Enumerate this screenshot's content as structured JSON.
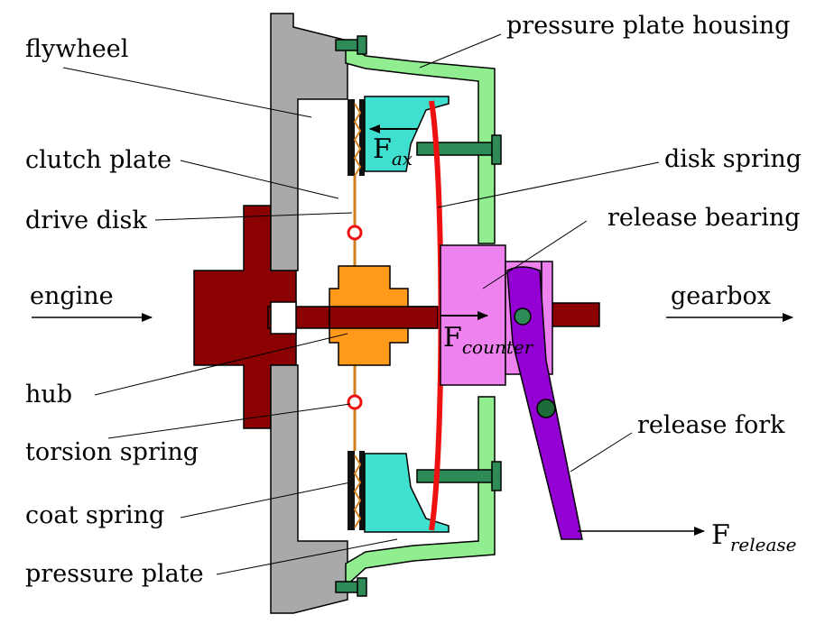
{
  "labels": {
    "flywheel": "flywheel",
    "pressure_plate_housing": "pressure plate housing",
    "clutch_plate": "clutch plate",
    "disk_spring": "disk spring",
    "drive_disk": "drive disk",
    "release_bearing": "release bearing",
    "engine": "engine",
    "gearbox": "gearbox",
    "hub": "hub",
    "release_fork": "release fork",
    "torsion_spring": "torsion spring",
    "coat_spring": "coat spring",
    "pressure_plate": "pressure plate"
  },
  "forces": {
    "f_ax": {
      "symbol": "F",
      "subscript": "ax"
    },
    "f_counter": {
      "symbol": "F",
      "subscript": "counter"
    },
    "f_release": {
      "symbol": "F",
      "subscript": "release"
    }
  },
  "colors": {
    "flywheel": "#a9a9a9",
    "shaft": "#8b0000",
    "housing": "#90ee90",
    "pressure_plate": "#40e0d0",
    "disk_spring": "#ee1111",
    "hub": "#ff9a1a",
    "release_bearing": "#ee82ee",
    "release_fork": "#9400d3",
    "bolt": "#2e8b57",
    "drive_disk": "#d2801e"
  }
}
